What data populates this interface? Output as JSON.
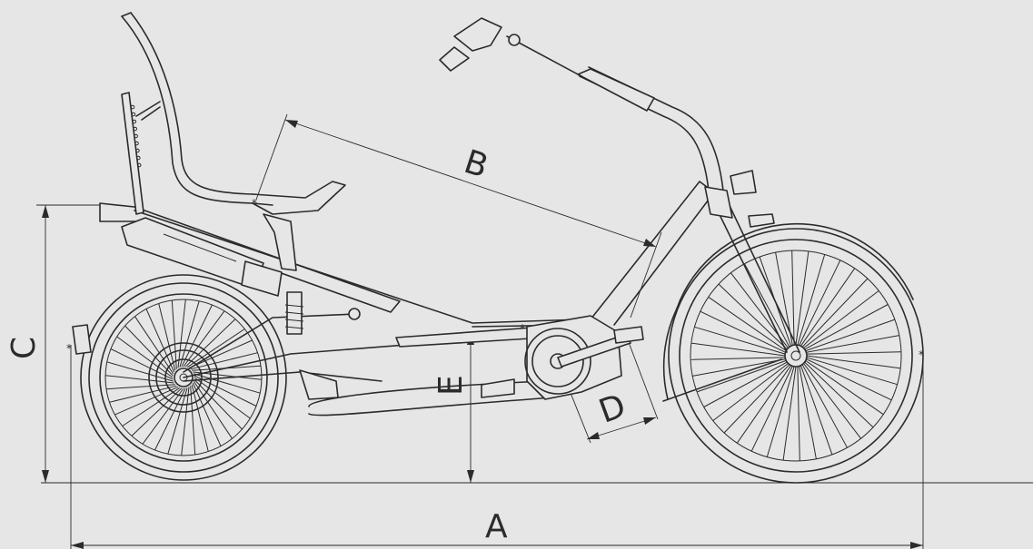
{
  "labels": {
    "a": "A",
    "b": "B",
    "c": "C",
    "d": "D",
    "e": "E"
  },
  "colors": {
    "background": "#e6e6e6",
    "stroke": "#2b2b2b"
  }
}
